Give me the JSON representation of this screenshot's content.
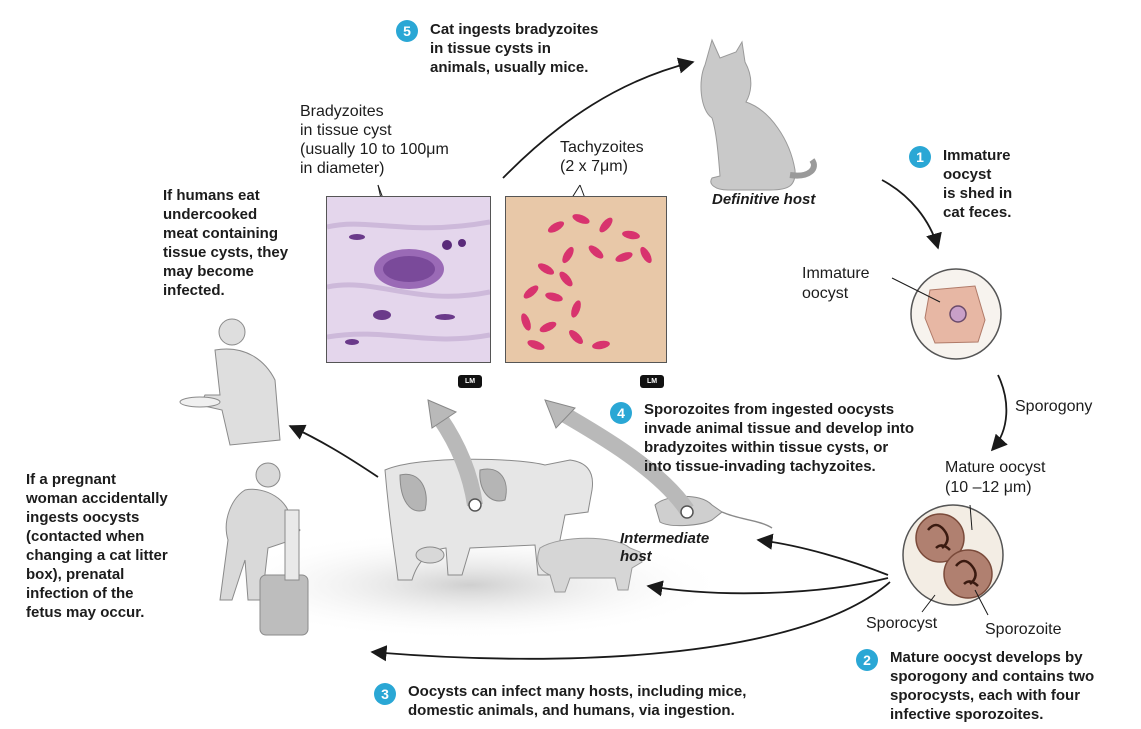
{
  "steps": [
    {
      "number": "1",
      "text": "Immature\noocyst\nis shed in\ncat feces."
    },
    {
      "number": "2",
      "text": "Mature oocyst develops by\nsporogony and contains two\nsporocysts, each with four\ninfective sporozoites."
    },
    {
      "number": "3",
      "text": "Oocysts can infect many hosts, including mice,\ndomestic animals, and humans, via ingestion."
    },
    {
      "number": "4",
      "text": "Sporozoites from ingested oocysts\ninvade animal tissue and develop into\nbradyzoites within tissue cysts, or\ninto tissue-invading tachyzoites."
    },
    {
      "number": "5",
      "text": "Cat ingests bradyzoites\nin tissue cysts in\nanimals, usually mice."
    }
  ],
  "labels": {
    "definitive_host": "Definitive host",
    "intermediate_host": "Intermediate\nhost",
    "immature_oocyst": "Immature\noocyst",
    "sporogony": "Sporogony",
    "mature_oocyst": "Mature oocyst\n(10 –12 μm)",
    "sporocyst": "Sporocyst",
    "sporozoite": "Sporozoite",
    "bradyzoites": "Bradyzoites\nin tissue cyst\n(usually 10 to 100μm\nin diameter)",
    "tachyzoites": "Tachyzoites\n(2 x 7μm)",
    "humans_eat": "If humans eat\nundercooked\nmeat containing\ntissue cysts, they\nmay become\ninfected.",
    "pregnant": "If a pregnant\nwoman accidentally\ningests oocysts\n(contacted when\nchanging a cat litter\nbox), prenatal\ninfection of the\nfetus may occur.",
    "lm_left": "LM",
    "lm_right": "LM"
  },
  "colors": {
    "badge": "#2aa7d5",
    "arrow": "#1a1a1a",
    "animal_gray": "#c9c9c9",
    "bradyzoite_bg": "#e4d6ec",
    "tachyzoite_bg": "#e8c8a8",
    "tachyzoite": "#d8336e",
    "oocyst": "#e7b7a4"
  }
}
